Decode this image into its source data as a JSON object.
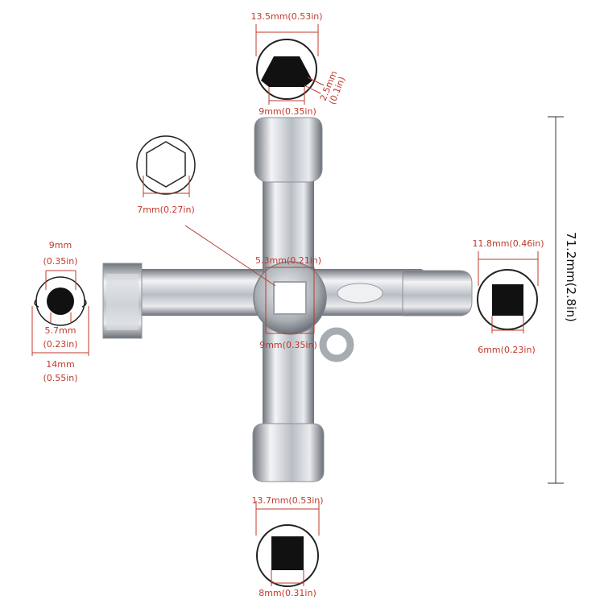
{
  "top": {
    "width": "13.5mm(0.53in)",
    "depth": "2.5mm",
    "depth_in": "(0.1in)",
    "inner": "9mm(0.35in)"
  },
  "hex": {
    "size": "7mm(0.27in)"
  },
  "left": {
    "top1": "9mm",
    "top2": "(0.35in)",
    "mid1": "5.7mm",
    "mid2": "(0.23in)",
    "bot1": "14mm",
    "bot2": "(0.55in)"
  },
  "center": {
    "top": "5.3mm(0.21in)",
    "bottom": "9mm(0.35in)"
  },
  "right": {
    "top": "11.8mm(0.46in)",
    "bottom": "6mm(0.23in)"
  },
  "bottom": {
    "top": "13.7mm(0.53in)",
    "bottom": "8mm(0.31in)"
  },
  "total": {
    "length": "71.2mm(2.8in)"
  },
  "colors": {
    "annotation": "#c0392b",
    "metal": "#c9cdd2",
    "profile": "#111111"
  }
}
